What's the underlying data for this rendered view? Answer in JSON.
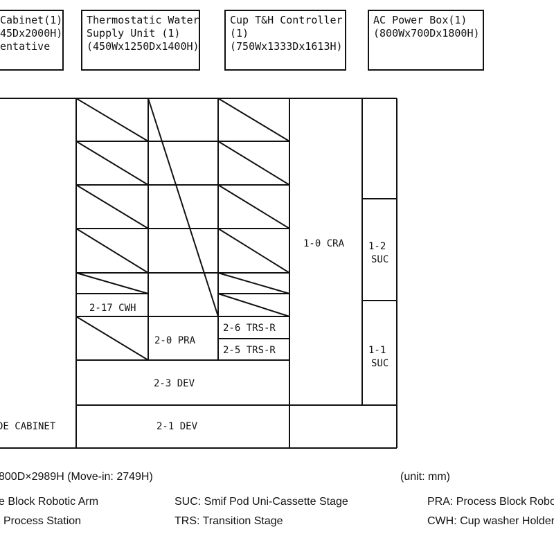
{
  "equipment_boxes": [
    {
      "name": "cabinet",
      "lines": [
        "Cabinet(1)",
        "45Dx2000H)",
        "entative"
      ]
    },
    {
      "name": "water-supply",
      "lines": [
        "Thermostatic Water",
        "Supply Unit (1)",
        "(450Wx1250Dx1400H)"
      ]
    },
    {
      "name": "cup-controller",
      "lines": [
        "Cup T&H Controller",
        "(1)",
        "(750Wx1333Dx1613H)"
      ]
    },
    {
      "name": "ac-power",
      "lines": [
        "AC Power Box(1)",
        "(800Wx700Dx1800H)"
      ]
    }
  ],
  "modules": {
    "cwh": "2-17 CWH",
    "pra": "2-0 PRA",
    "trs6": "2-6 TRS-R",
    "trs5": "2-5 TRS-R",
    "dev3": "2-3 DEV",
    "dev1": "2-1 DEV",
    "cra": "1-0 CRA",
    "suc2": [
      "1-2",
      "SUC"
    ],
    "suc1": [
      "1-1",
      "SUC"
    ],
    "cabinet": "DE CABINET"
  },
  "dimensions": {
    "size": "800D×2989H (Move-in: 2749H)",
    "unit": "(unit: mm)"
  },
  "legend": [
    "e Block Robotic Arm",
    "SUC: Smif Pod Uni-Cassette Stage",
    "PRA: Process Block Robotic",
    "Process Station",
    "TRS: Transition Stage",
    "CWH: Cup washer Holder"
  ]
}
